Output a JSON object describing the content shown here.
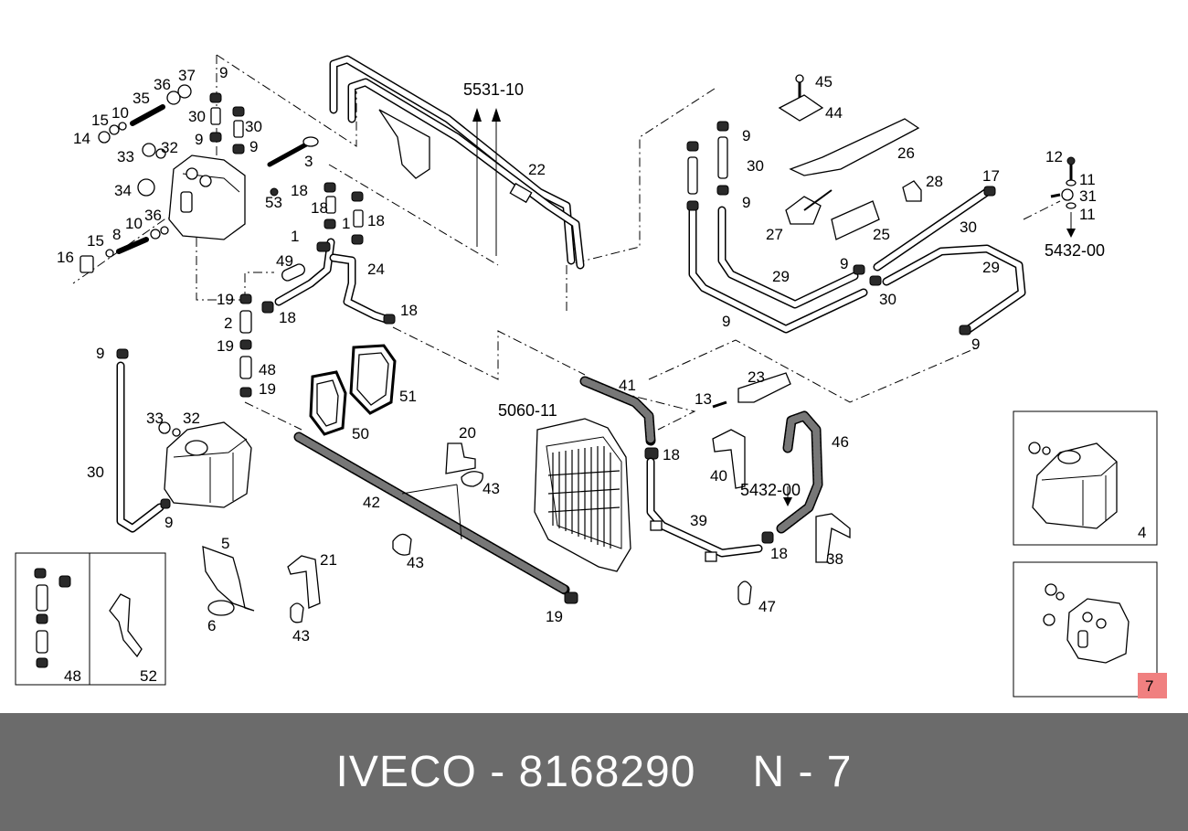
{
  "footer": {
    "brand": "IVECO",
    "separator": "-",
    "part_number": "8168290",
    "ref_prefix": "N",
    "ref_separator": "-",
    "ref_number": "7"
  },
  "highlight": {
    "label": "7",
    "color": "#f08080"
  },
  "colors": {
    "footer_bg": "#6b6b6b",
    "footer_text": "#ffffff",
    "line": "#000000"
  },
  "references": {
    "r5531": "5531-10",
    "r5060": "5060-11",
    "r5432a": "5432-00",
    "r5432b": "5432-00"
  },
  "callouts": [
    "9",
    "37",
    "36",
    "35",
    "10",
    "15",
    "14",
    "30",
    "30",
    "9",
    "9",
    "33",
    "32",
    "3",
    "34",
    "53",
    "18",
    "18",
    "1",
    "1",
    "18",
    "36",
    "10",
    "8",
    "15",
    "16",
    "49",
    "24",
    "19",
    "18",
    "2",
    "19",
    "48",
    "19",
    "18",
    "9",
    "51",
    "50",
    "33",
    "32",
    "30",
    "9",
    "22",
    "41",
    "13",
    "23",
    "45",
    "44",
    "9",
    "30",
    "9",
    "26",
    "28",
    "27",
    "25",
    "17",
    "30",
    "12",
    "11",
    "31",
    "11",
    "29",
    "9",
    "9",
    "29",
    "30",
    "9",
    "18",
    "20",
    "43",
    "42",
    "40",
    "46",
    "39",
    "18",
    "38",
    "5",
    "6",
    "21",
    "43",
    "43",
    "47",
    "19",
    "48",
    "52",
    "4"
  ]
}
